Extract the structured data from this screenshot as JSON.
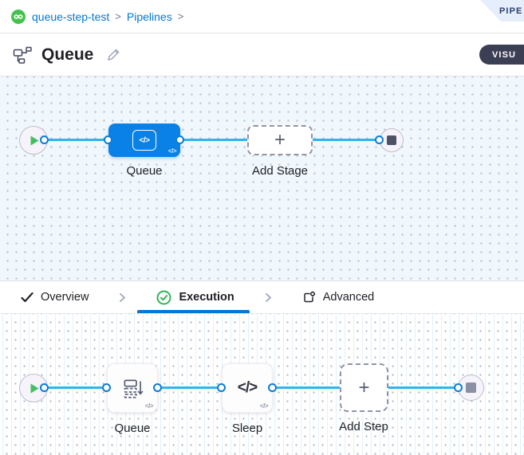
{
  "colors": {
    "accent_blue": "#0278D5",
    "connector_blue": "#2FB5EE",
    "stage_blue": "#0A81E6",
    "success_green": "#2BB656",
    "play_green": "#43BF60"
  },
  "breadcrumb": {
    "project": "queue-step-test",
    "separator": ">",
    "section": "Pipelines"
  },
  "ribbon": {
    "label": "PIPE"
  },
  "titlebar": {
    "title": "Queue",
    "mode_label": "VISU"
  },
  "stage_canvas": {
    "stage_label": "Queue",
    "add_stage_label": "Add Stage",
    "plus": "+",
    "code_glyph": "</>"
  },
  "tabs": {
    "overview": "Overview",
    "execution": "Execution",
    "advanced": "Advanced"
  },
  "step_canvas": {
    "step1_label": "Queue",
    "step2_label": "Sleep",
    "add_step_label": "Add Step",
    "plus": "+",
    "code_glyph": "</>",
    "sleep_glyph": "</>"
  }
}
